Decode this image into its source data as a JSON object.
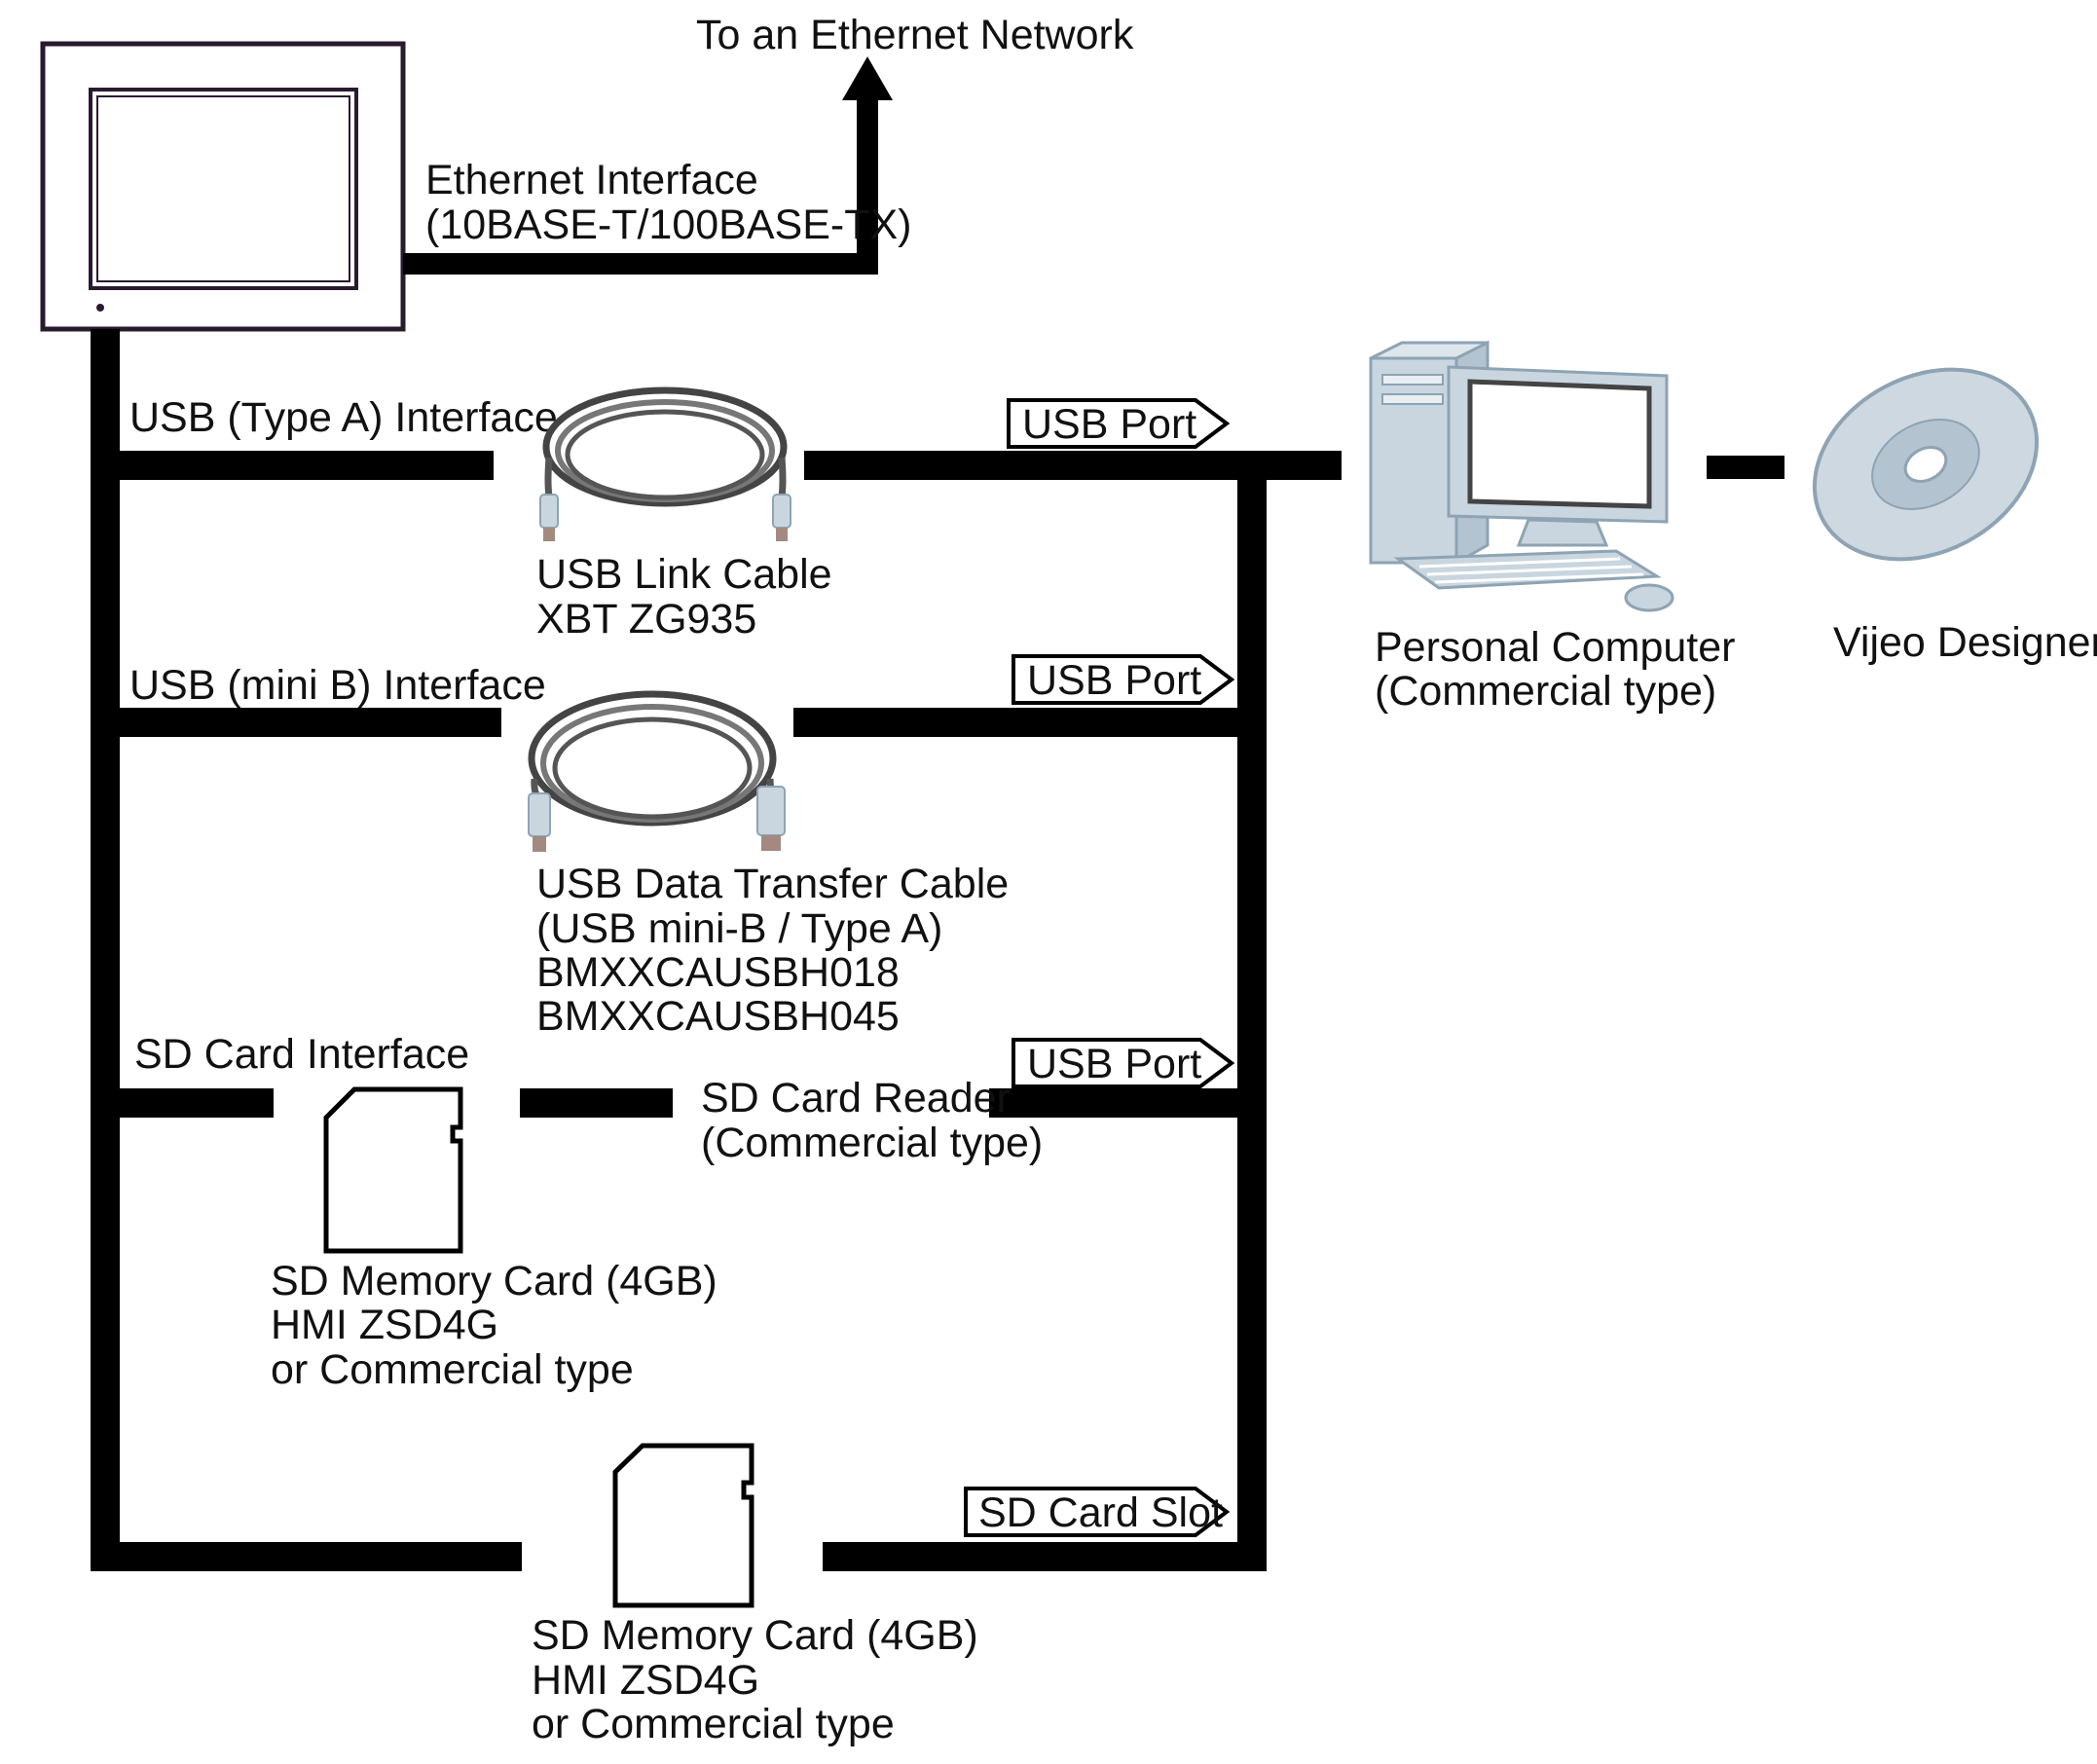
{
  "colors": {
    "wire": "#000000",
    "hmi_frame": "#2a1a2e",
    "device_fill": "#c9d6df",
    "device_stroke": "#8ea3b3",
    "cable": "#555555",
    "disc": "#cdd8e0"
  },
  "network": {
    "label": "To an Ethernet Network"
  },
  "ethernet_interface": {
    "line1": "Ethernet Interface",
    "line2": "(10BASE-T/100BASE-TX)"
  },
  "usb_type_a": {
    "interface_label": "USB (Type A) Interface",
    "cable_line1": "USB Link Cable",
    "cable_line2": "XBT ZG935",
    "port_tag": "USB Port"
  },
  "usb_mini_b": {
    "interface_label": "USB (mini B) Interface",
    "cable_line1": "USB Data Transfer Cable",
    "cable_line2": "(USB mini-B / Type A)",
    "cable_line3": "BMXXCAUSBH018",
    "cable_line4": "BMXXCAUSBH045",
    "port_tag": "USB Port"
  },
  "sd_interface": {
    "interface_label": "SD Card Interface",
    "card_line1": "SD Memory Card (4GB)",
    "card_line2": "HMI ZSD4G",
    "card_line3": "or Commercial type",
    "reader_line1": "SD Card Reader",
    "reader_line2": "(Commercial type)",
    "port_tag": "USB Port"
  },
  "sd_slot": {
    "card_line1": "SD Memory Card (4GB)",
    "card_line2": "HMI ZSD4G",
    "card_line3": "or Commercial type",
    "port_tag": "SD Card Slot"
  },
  "computer": {
    "line1": "Personal Computer",
    "line2": "(Commercial type)"
  },
  "software": {
    "label": "Vijeo Designer"
  },
  "icons": {
    "hmi": "hmi-display-icon",
    "usb_cable": "usb-link-cable-icon",
    "usb_mini_cable": "usb-data-transfer-cable-icon",
    "sd_card": "sd-card-icon",
    "computer": "personal-computer-icon",
    "disc": "software-disc-icon"
  }
}
